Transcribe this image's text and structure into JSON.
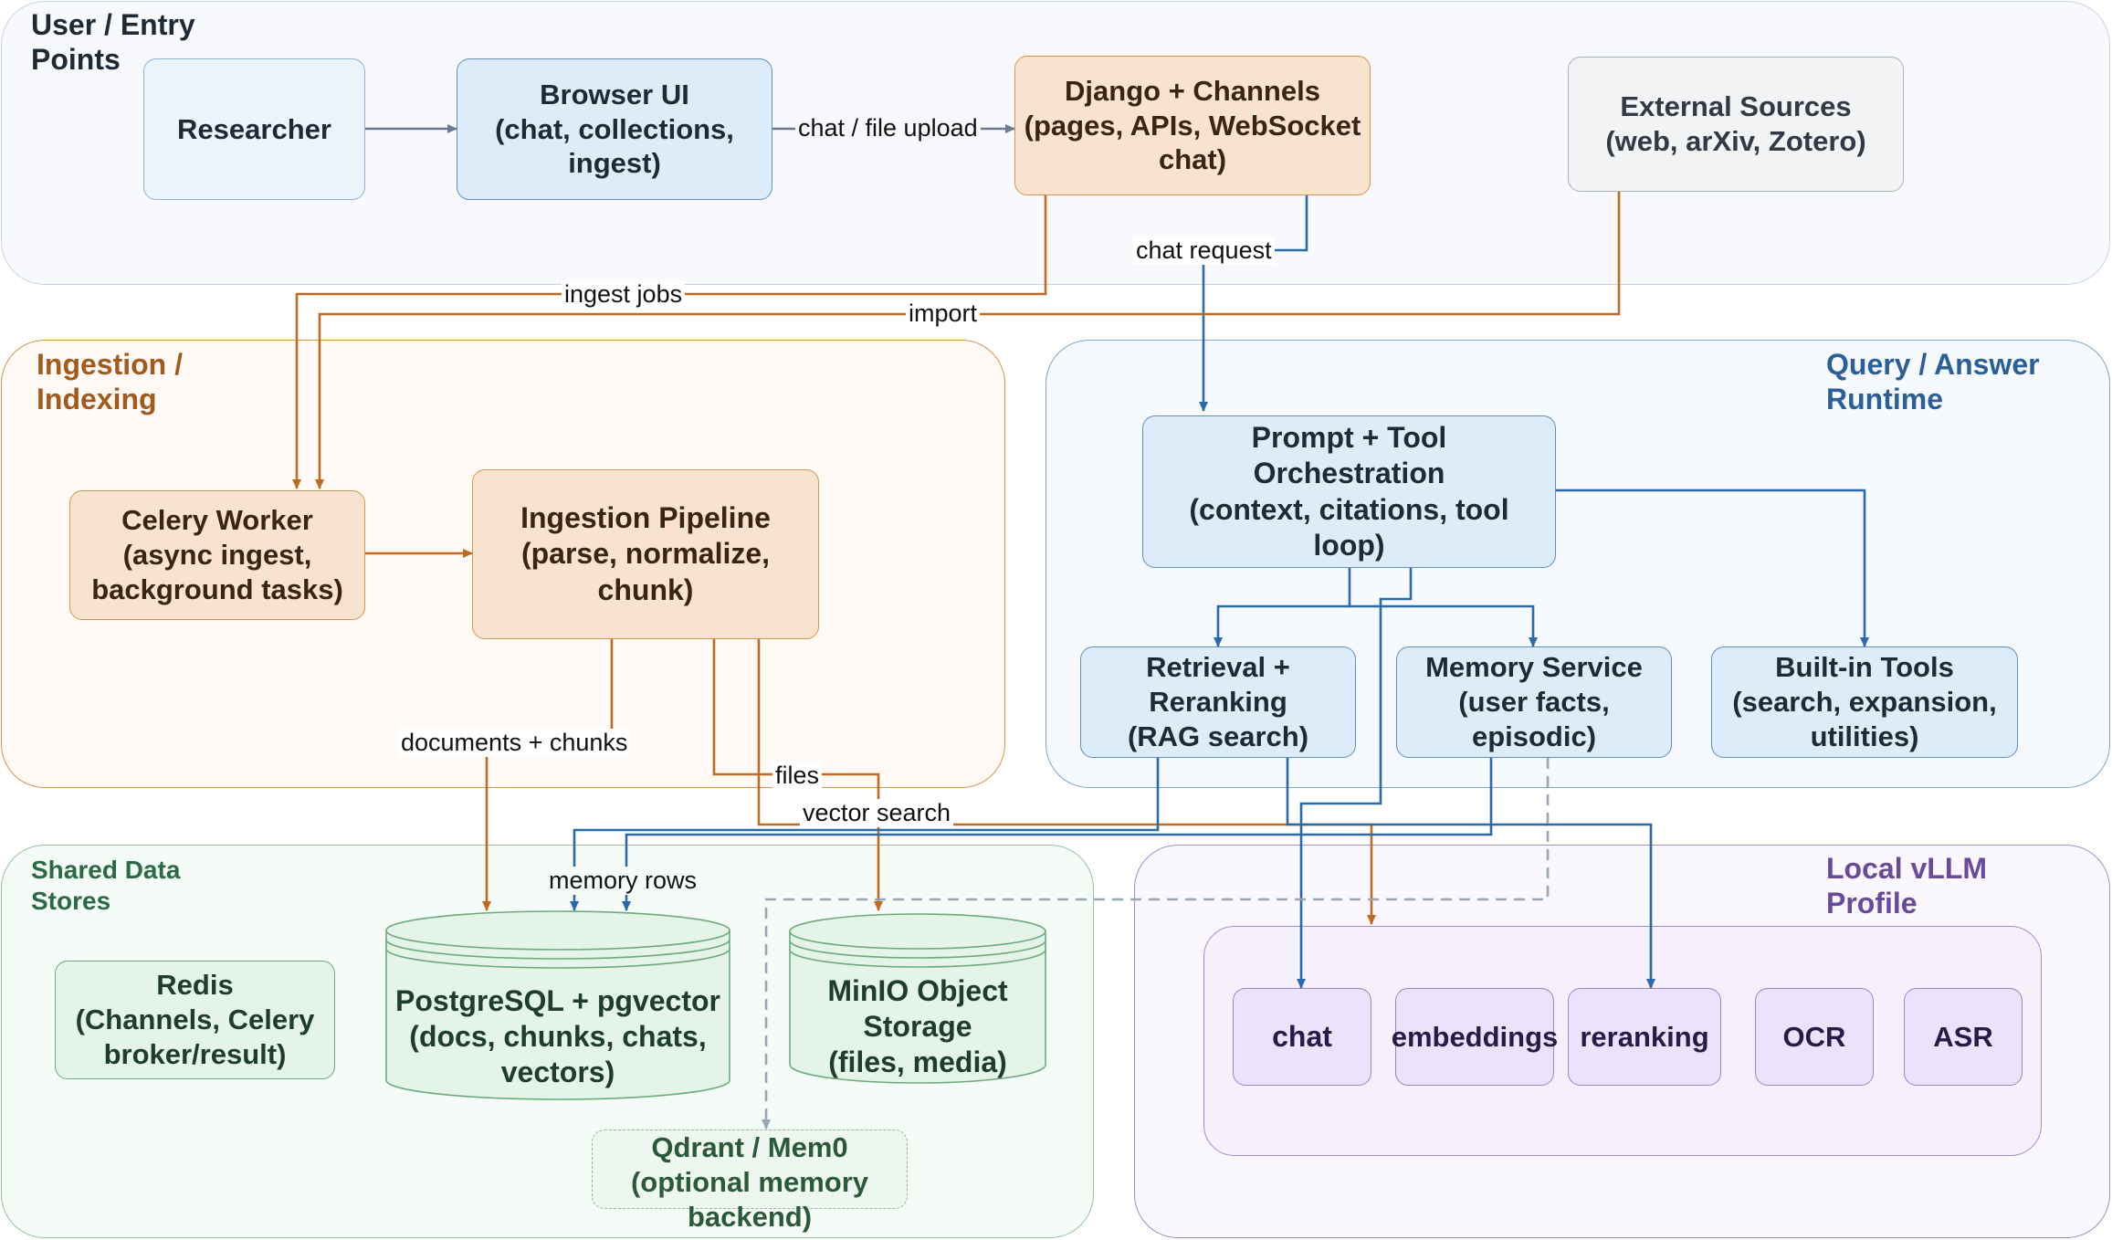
{
  "regions": {
    "user": {
      "title": "User / Entry\nPoints",
      "border": "#c8d3e6",
      "fill": "#f7f9fd"
    },
    "ingestion": {
      "title": "Ingestion /\nIndexing",
      "border": "#d9944a",
      "fill": "#fffaf5",
      "color": "#a35a1d"
    },
    "query": {
      "title": "Query / Answer\nRuntime",
      "border": "#7fa8cc",
      "fill": "#f6f9fd",
      "color": "#2a5f9a"
    },
    "stores": {
      "title": "Shared Data\nStores",
      "border": "#93c4a2",
      "fill": "#f5fbf6",
      "color": "#2a6b45"
    },
    "vllm": {
      "title": "Local vLLM\nProfile",
      "border": "#a28ccc",
      "fill": "#faf7fe",
      "color": "#6a4a9a"
    }
  },
  "nodes": {
    "researcher": "Researcher",
    "browser_ui": "Browser UI\n(chat, collections,\ningest)",
    "django": "Django + Channels\n(pages, APIs, WebSocket\nchat)",
    "external": "External Sources\n(web, arXiv, Zotero)",
    "celery": "Celery Worker\n(async ingest,\nbackground tasks)",
    "pipeline": "Ingestion Pipeline\n(parse, normalize,\nchunk)",
    "orchestration": "Prompt + Tool\nOrchestration\n(context, citations, tool\nloop)",
    "retrieval": "Retrieval +\nReranking\n(RAG search)",
    "memory": "Memory Service\n(user facts,\nepisodic)",
    "builtin": "Built-in Tools\n(search, expansion,\nutilities)",
    "redis": "Redis\n(Channels, Celery\nbroker/result)",
    "postgres": "PostgreSQL + pgvector\n(docs, chunks, chats,\nvectors)",
    "minio": "MinIO Object\nStorage\n(files, media)",
    "qdrant": "Qdrant / Mem0\n(optional memory\nbackend)",
    "chat": "chat",
    "embeddings": "embeddings",
    "reranking": "reranking",
    "ocr": "OCR",
    "asr": "ASR"
  },
  "edge_labels": {
    "chat_upload": "chat /  file upload",
    "chat_request": "chat request",
    "ingest_jobs": "ingest jobs",
    "import": "import",
    "docs_chunks": "documents + chunks",
    "files": "files",
    "vector_search": "vector search",
    "memory_rows": "memory rows"
  },
  "colors": {
    "blue_edge": "#2a6aa8",
    "orange_edge": "#c06a1f",
    "gray_edge": "#6b7a90",
    "dashed_edge": "#9aa6b6"
  }
}
